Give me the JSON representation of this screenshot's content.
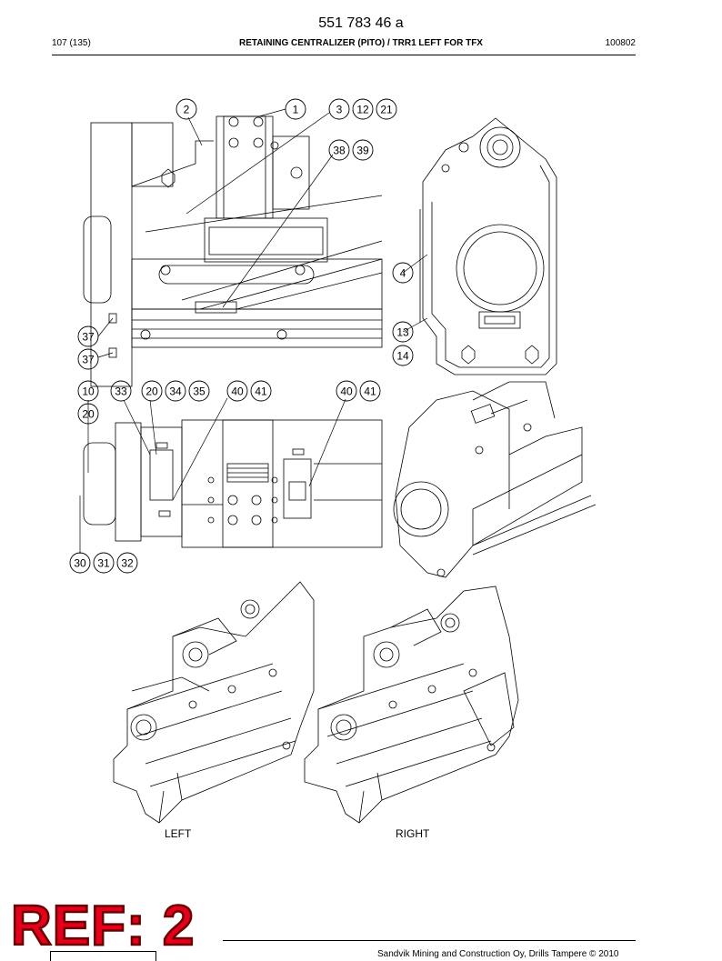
{
  "header": {
    "doc_number": "551 783 46 a",
    "page": "107 (135)",
    "title": "RETAINING CENTRALIZER (PITO) / TRR1 LEFT FOR TFX",
    "code": "100802"
  },
  "callouts": {
    "c1": "1",
    "c2": "2",
    "c3": "3",
    "c12": "12",
    "c21": "21",
    "c38": "38",
    "c39": "39",
    "c4": "4",
    "c13": "13",
    "c14": "14",
    "c37a": "37",
    "c37b": "37",
    "c10": "10",
    "c20a": "20",
    "c33": "33",
    "c20b": "20",
    "c34": "34",
    "c35": "35",
    "c40a": "40",
    "c41a": "41",
    "c40b": "40",
    "c41b": "41",
    "c30": "30",
    "c31": "31",
    "c32": "32"
  },
  "view_labels": {
    "left": "LEFT",
    "right": "RIGHT"
  },
  "stamp": {
    "text": "REF: 2"
  },
  "footer": {
    "text": "Sandvik Mining and Construction Oy, Drills Tampere © 2010"
  }
}
